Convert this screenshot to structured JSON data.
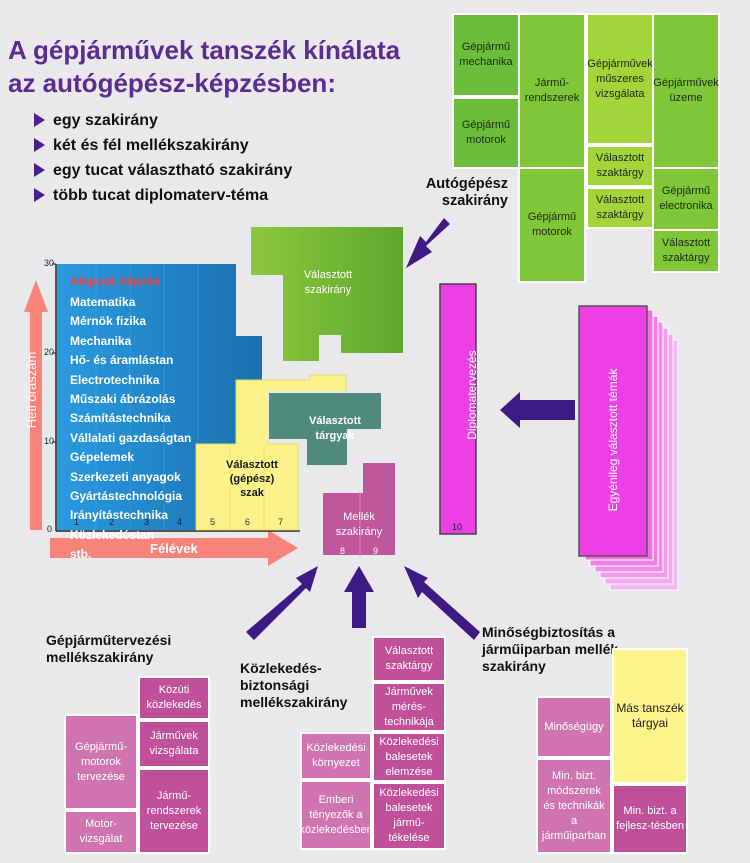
{
  "title": {
    "line1": "A gépjárművek tanszék kínálata",
    "line2": "az autógépész-képzésben:"
  },
  "bullets": [
    "egy szakirány",
    "két és fél mellékszakirány",
    "egy tucat választható szakirány",
    "több tucat diplomaterv-téma"
  ],
  "green_grid": {
    "cells": [
      "Gépjármű mechanika",
      "Gépjármű motorok",
      "Jármű-rendszerek",
      "Gépjármű motorok",
      "Gépjárművek műszeres vizsgálata",
      "Választott szaktárgy",
      "Választott szaktárgy",
      "Gépjárművek üzeme",
      "Gépjármű electronika",
      "Választott szaktárgy"
    ]
  },
  "labels": {
    "autogepesz": "Autógépész szakirány",
    "gepjarmutervezesi": "Gépjárműtervezési mellékszakirány",
    "kozlekedes": "Közlekedés-biztonsági mellékszakirány",
    "minoseg": "Minőségbiztosítás a járműiparban mellék-szakirány"
  },
  "chart": {
    "y_axis_label": "Heti óraszám",
    "x_axis_label": "Félévek",
    "y_ticks": [
      "30",
      "20",
      "10",
      "0"
    ],
    "x_ticks": [
      "1",
      "2",
      "3",
      "4",
      "5",
      "6",
      "7",
      "8",
      "9",
      "10"
    ],
    "alapozo_title": "Alapozó képzés",
    "alapozo_items": [
      "Matematika",
      "Mérnök fizika",
      "Mechanika",
      "Hő- és áramlástan",
      "Electrotechnika",
      "Műszaki ábrázolás",
      "Számítástechnika",
      "Vállalati gazdaságtan",
      "Gépelemek",
      "Szerkezeti anyagok",
      "Gyártástechnológia",
      "Irányítástechnika",
      "Közlekedéstan",
      "stb."
    ],
    "blocks": {
      "valasztott_szakirany": "Választott szakirány",
      "valasztott_targyak": "Választott tárgyak",
      "valasztott_gepesz_szak": "Választott (gépész) szak",
      "mellek_szakirany": "Mellék szakirány",
      "diplomatervezes": "Diplomatervezés",
      "egyenileg": "Egyénileg választott témák"
    }
  },
  "pink_left": [
    "Közúti közlekedés",
    "Járművek vizsgálata",
    "Gépjármű-motorok tervezése",
    "Jármű-rendszerek tervezése",
    "Motor-vizsgálat"
  ],
  "pink_mid": [
    "Választott szaktárgy",
    "Járművek mérés-technikája",
    "Közlekedési környezet",
    "Közlekedési balesetek elemzése",
    "Emberi tényezők a közlekedésben",
    "Közlekedési balesetek jármű-tékelése"
  ],
  "pink_right": [
    "Minőségügy",
    "Más tanszék tárgyai",
    "Min. bizt. módszerek és technikák a járműiparban",
    "Min. bizt. a fejlesz-tésben"
  ],
  "colors": {
    "purple": "#5b2d90",
    "arrow": "#3d1a84",
    "blue": "#1f7fc4",
    "yellow": "#fcf38a",
    "magenta": "#ee3ee6"
  }
}
